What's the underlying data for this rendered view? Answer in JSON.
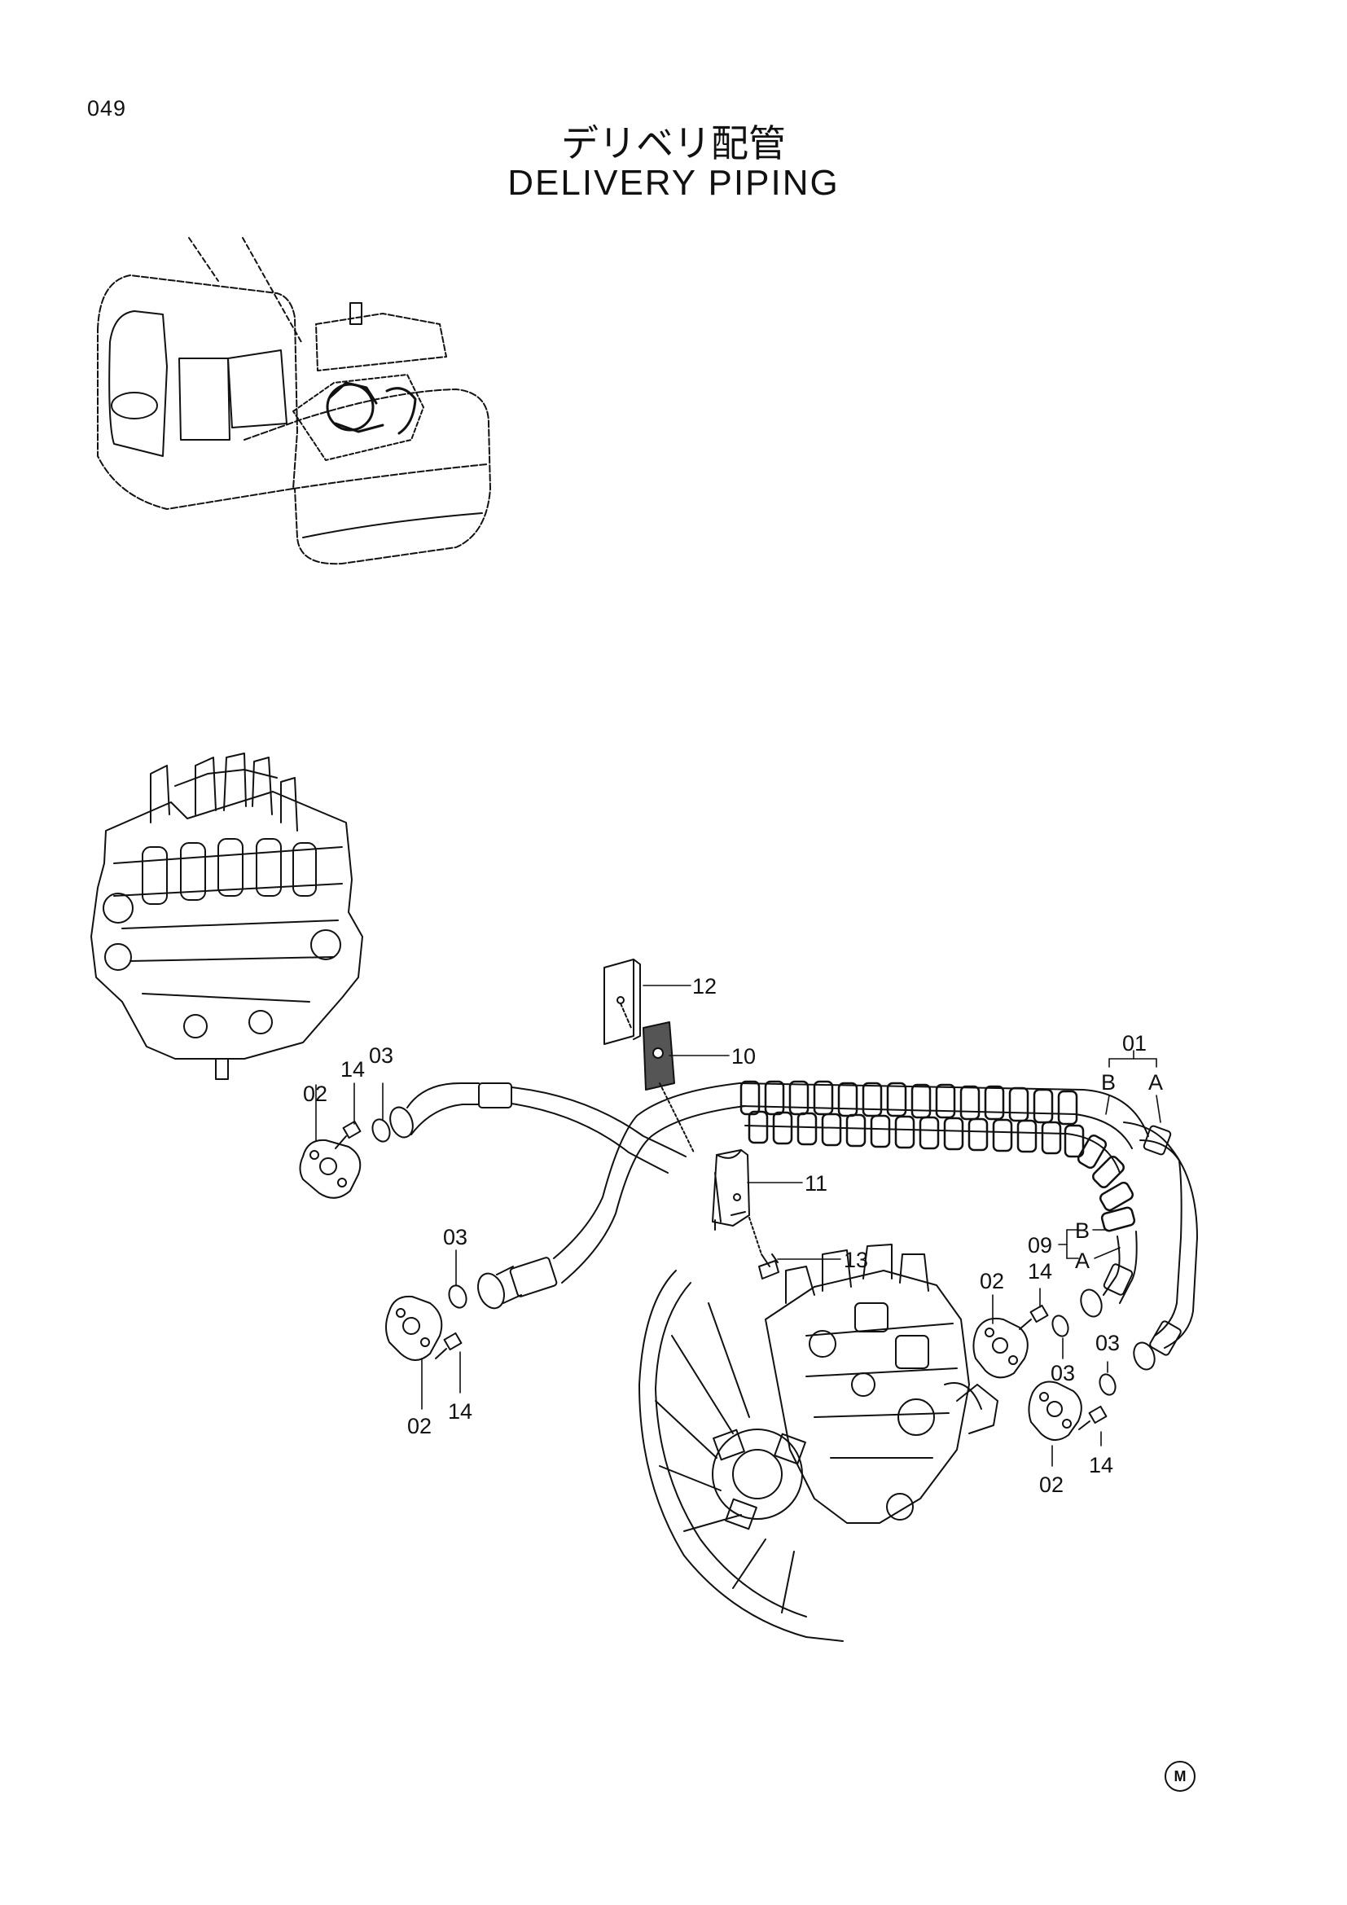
{
  "page": {
    "number": "049",
    "title_jp": "デリベリ配管",
    "title_en": "DELIVERY PIPING",
    "manufacturer_mark": "M"
  },
  "callouts": {
    "c01": "01",
    "c01_b": "B",
    "c01_a": "A",
    "c02_top": "02",
    "c14_top": "14",
    "c03_top": "03",
    "c12": "12",
    "c10": "10",
    "c11": "11",
    "c13": "13",
    "c09": "09",
    "c09_b": "B",
    "c09_a": "A",
    "c03_mid": "03",
    "c02_mid": "02",
    "c14_mid": "14",
    "c02_right": "02",
    "c14_right": "14",
    "c03_right_a": "03",
    "c03_right_b": "03",
    "c14_bottom": "14",
    "c02_bottom": "02"
  }
}
